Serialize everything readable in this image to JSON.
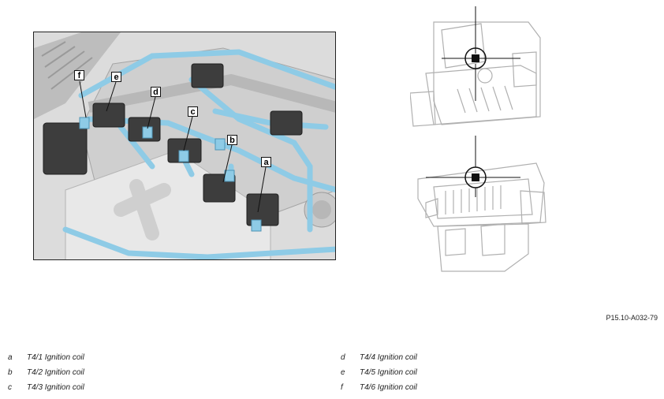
{
  "callouts": {
    "a": "a",
    "b": "b",
    "c": "c",
    "d": "d",
    "e": "e",
    "f": "f"
  },
  "reference_code": "P15.10-A032-79",
  "legend": {
    "left": [
      {
        "key": "a",
        "text": "T4/1 Ignition coil"
      },
      {
        "key": "b",
        "text": "T4/2 Ignition coil"
      },
      {
        "key": "c",
        "text": "T4/3 Ignition coil"
      }
    ],
    "right": [
      {
        "key": "d",
        "text": "T4/4 Ignition coil"
      },
      {
        "key": "e",
        "text": "T4/5 Ignition coil"
      },
      {
        "key": "f",
        "text": "T4/6 Ignition coil"
      }
    ]
  },
  "colors": {
    "highlight": "#8ecbe6",
    "coil": "#3d3d3d",
    "engine": "#d4d4d4",
    "outline": "#b0b0b0"
  }
}
